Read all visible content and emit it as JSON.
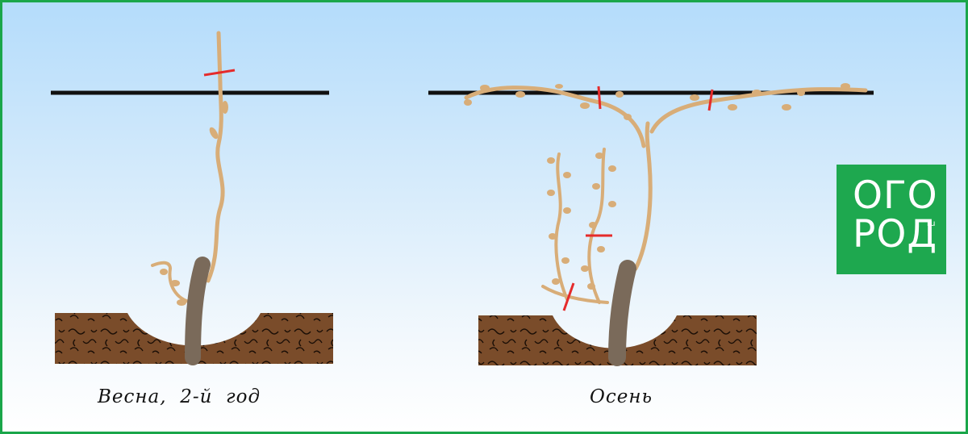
{
  "captions": {
    "left": "Весна,  2-й  год",
    "right": "Осень"
  },
  "logo": {
    "line1": "ОГО",
    "line2": "РОД",
    "suffix": "ru"
  },
  "colors": {
    "border": "#1aa64a",
    "sky_top": "#b4dcfb",
    "soil": "#7a4c2a",
    "vine": "#d8ad78",
    "trunk": "#7a6a5a",
    "wire": "#111111",
    "cut_mark": "#e52b2b",
    "logo_bg": "#1ea84f"
  }
}
